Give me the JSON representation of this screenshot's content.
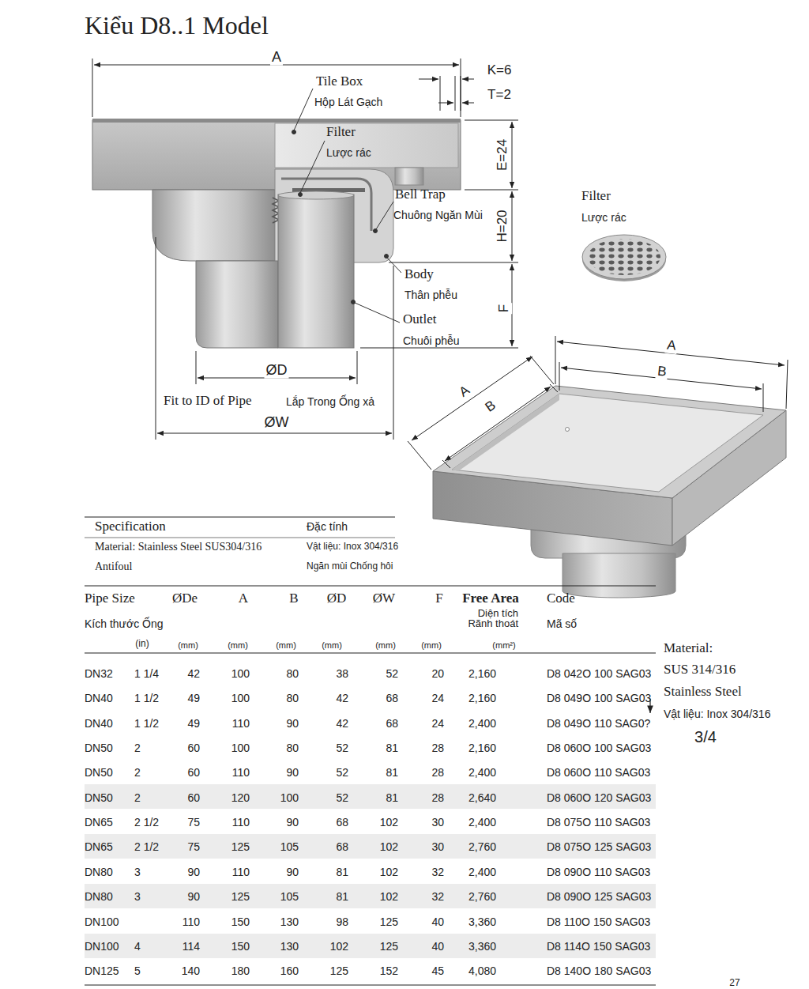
{
  "diagram": {
    "title": "Kiểu D8..1 Model",
    "labels": [
      "A",
      "K=6",
      "T=2",
      "Tile Box",
      "Hộp Lát Gạch",
      "Filter",
      "Lược rác",
      "E=24",
      "Bell Trap",
      "Chuông Ngăn Mùi",
      "H=20",
      "Body",
      "Thân phễu",
      "F",
      "Outlet",
      "Chuôi phễu",
      "ØD",
      "Fit to ID of Pipe",
      "Lắp Trong Ống xả",
      "ØW",
      "Filter",
      "Lược rác",
      "A",
      "B",
      "A",
      "B",
      "Specification",
      "Đặc tính",
      "Material: Stainless Steel SUS304/316",
      "Vật liệu: Inox 304/316",
      "Antifoul",
      "Ngăn mùi Chống hôi",
      "Pipe Size",
      "ØDe",
      "A",
      "B",
      "ØD",
      "ØW",
      "F",
      "Free Area",
      "Code",
      "Kích thước Ống",
      "Diện tích Rãnh thoát",
      "Mã số",
      "(in)",
      "(mm)",
      "(mm)",
      "(mm)",
      "(mm)",
      "(mm)",
      "(mm)",
      "(mm²)",
      "Material:",
      "SUS 314/316",
      "Stainless Steel",
      "Vật liệu: Inox 304/316",
      "3/4",
      "27",
      "DN32",
      "1 1/4",
      "42",
      "100",
      "80",
      "38",
      "52",
      "20",
      "2,160",
      "D8 042O 100 SAG03",
      "DN40",
      "1 1/2",
      "49",
      "100",
      "80",
      "42",
      "68",
      "24",
      "2,160",
      "D8 049O 100 SAG03",
      "DN40",
      "1 1/2",
      "49",
      "110",
      "90",
      "42",
      "68",
      "24",
      "2,400",
      "D8 049O 110 SAG0?",
      "DN50",
      "2",
      "60",
      "100",
      "80",
      "52",
      "81",
      "28",
      "2,160",
      "D8 060O 100 SAG03",
      "DN50",
      "2",
      "60",
      "110",
      "90",
      "52",
      "81",
      "28",
      "2,400",
      "D8 060O 110 SAG03",
      "DN50",
      "2",
      "60",
      "120",
      "100",
      "52",
      "81",
      "28",
      "2,640",
      "D8 060O 120 SAG03",
      "DN65",
      "2 1/2",
      "75",
      "110",
      "90",
      "68",
      "102",
      "30",
      "2,400",
      "D8 075O 110 SAG03",
      "DN65",
      "2 1/2",
      "75",
      "125",
      "105",
      "68",
      "102",
      "30",
      "2,760",
      "D8 075O 125 SAG03",
      "DN80",
      "3",
      "90",
      "110",
      "90",
      "81",
      "102",
      "32",
      "2,400",
      "D8 090O 110 SAG03",
      "DN80",
      "3",
      "90",
      "125",
      "105",
      "81",
      "102",
      "32",
      "2,760",
      "D8 090O 125 SAG03",
      "DN100",
      "110",
      "150",
      "130",
      "98",
      "125",
      "40",
      "3,360",
      "D8 110O 150 SAG03",
      "DN100",
      "4",
      "114",
      "150",
      "130",
      "102",
      "125",
      "40",
      "3,360",
      "D8 114O 150 SAG03",
      "DN125",
      "5",
      "140",
      "180",
      "160",
      "125",
      "152",
      "45",
      "4,080",
      "D8 140O 180 SAG03"
    ]
  }
}
